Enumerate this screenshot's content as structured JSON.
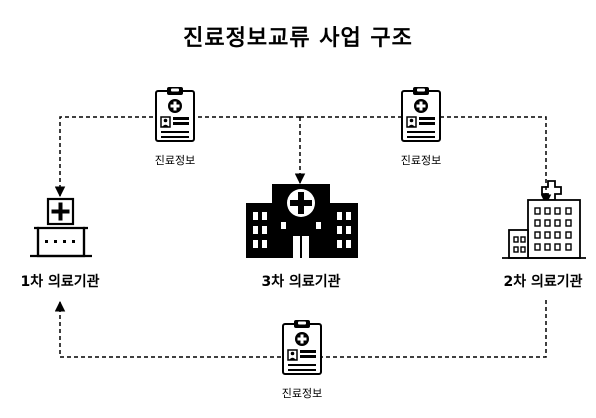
{
  "title": "진료정보교류 사업 구조",
  "nodes": {
    "primary": "1차 의료기관",
    "tertiary": "3차 의료기관",
    "secondary": "2차 의료기관"
  },
  "documents": {
    "top_left": "진료정보",
    "top_right": "진료정보",
    "bottom": "진료정보"
  }
}
